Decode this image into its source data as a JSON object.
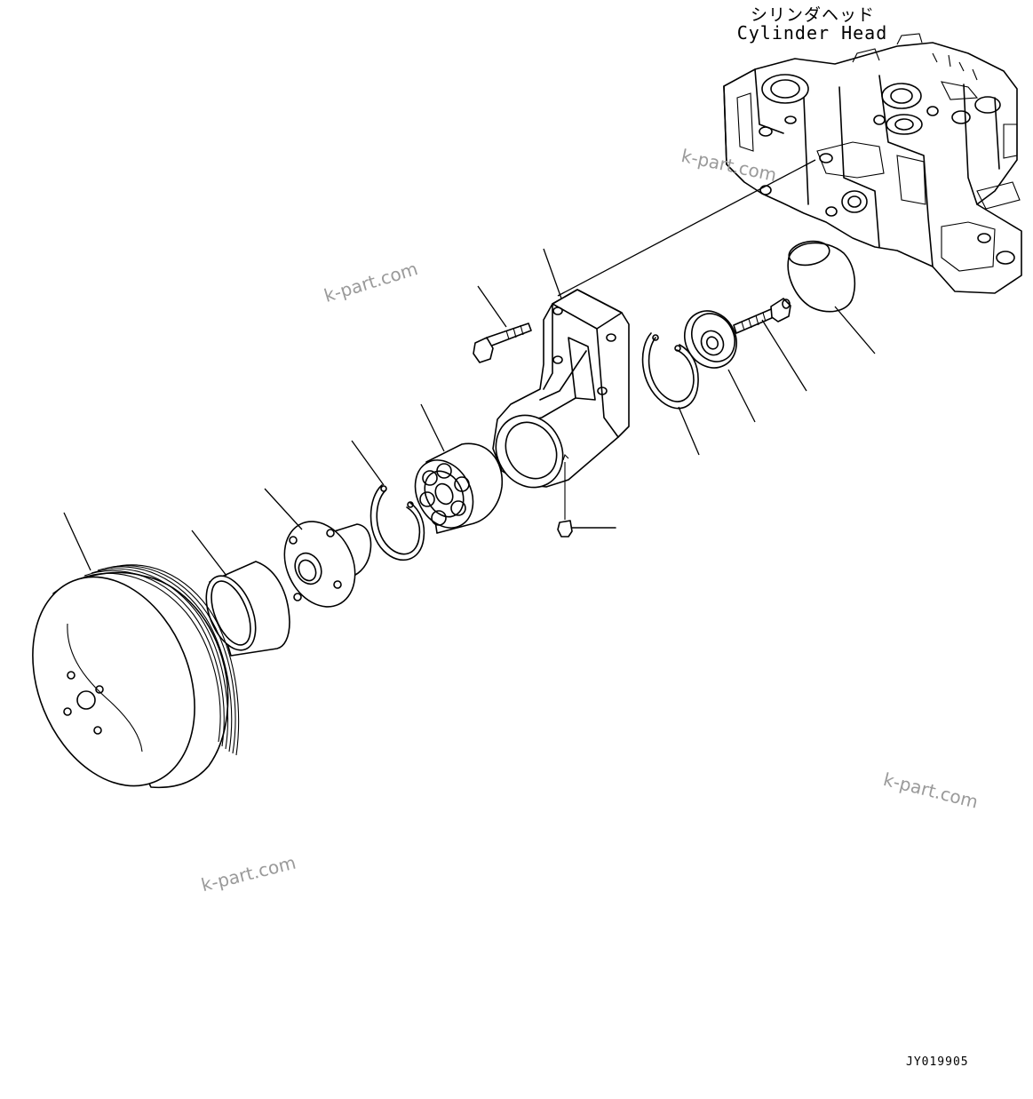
{
  "labels": {
    "cylinder_head_jp": "シリンダヘッド",
    "cylinder_head_en": "Cylinder Head"
  },
  "drawing_code": "JY019905",
  "watermarks": [
    "k-part.com",
    "k-part.com",
    "k-part.com",
    "k-part.com"
  ]
}
